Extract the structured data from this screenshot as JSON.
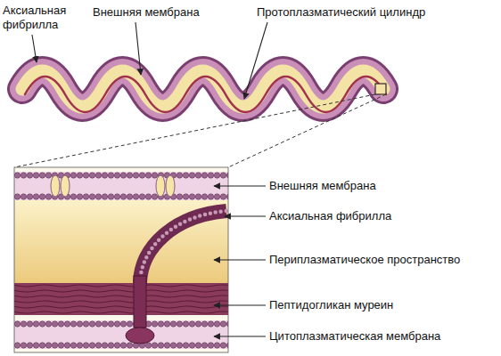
{
  "diagram": {
    "labels": [
      "Аксиальная фибрилла",
      "Внешняя мембрана",
      "Протоплазматический цилиндр",
      "Внешняя мембрана",
      "Аксиальная фибрилла",
      "Периплазматическое пространство",
      "Пептидогликан муреин",
      "Цитоплазматическая мембрана"
    ]
  }
}
